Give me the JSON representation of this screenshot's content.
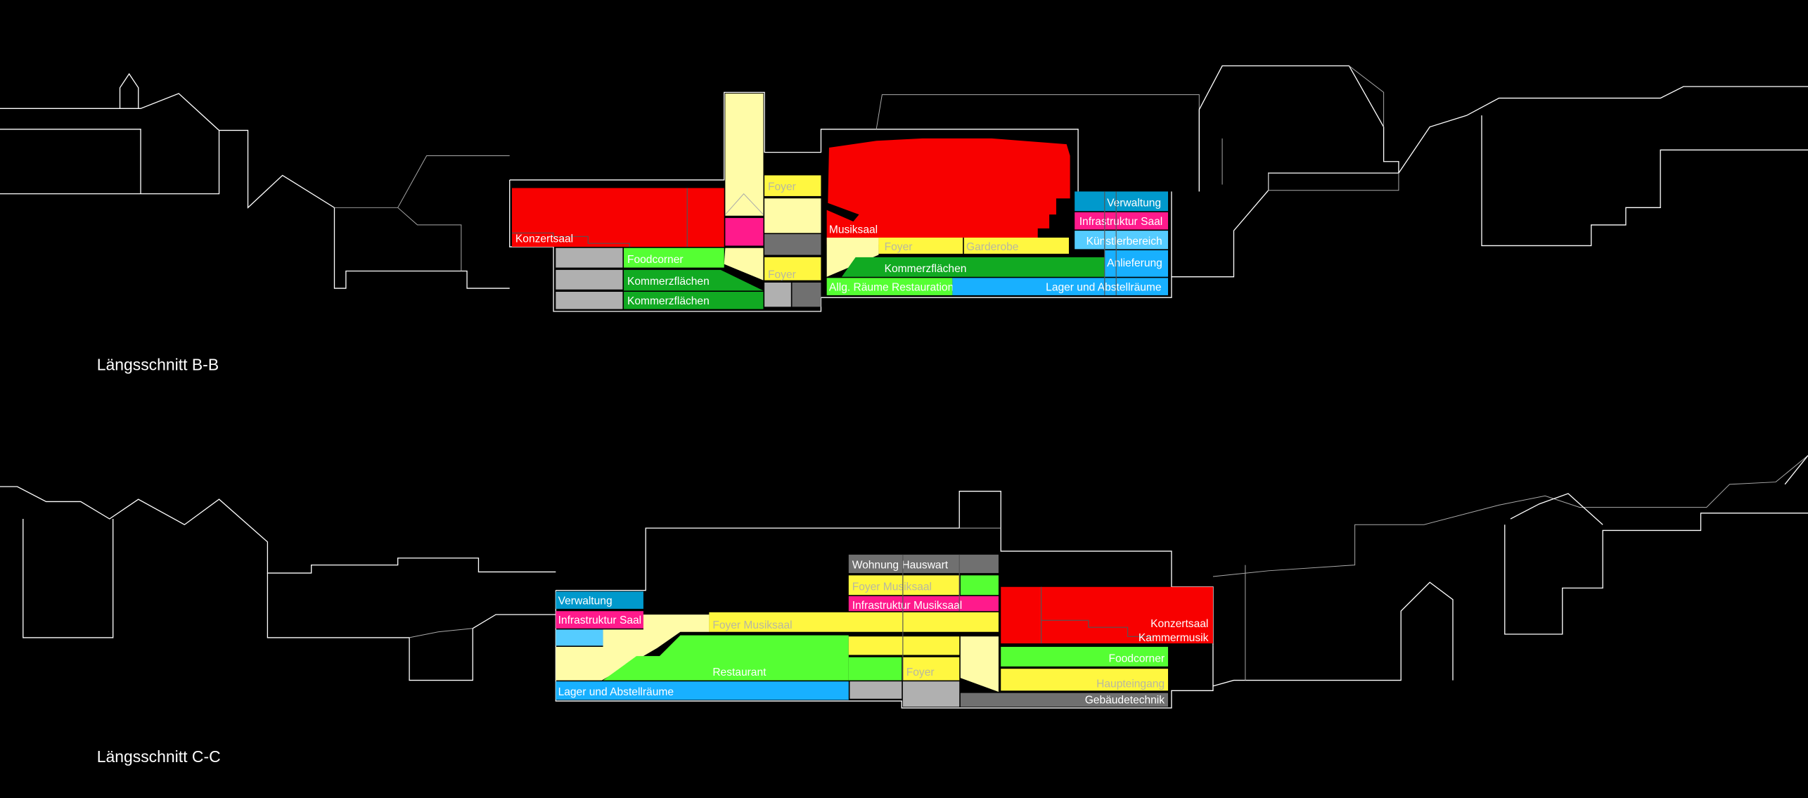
{
  "colors": {
    "konzertsaal": "#f80000",
    "foyer": "#fff740",
    "foyer_light": "#fffca8",
    "infrastruktur": "#ff1a8c",
    "kommerz": "#11aa22",
    "foodcorner": "#55ff33",
    "verwaltung": "#0099cc",
    "lager": "#18b0ff",
    "kuenstler": "#55ccff",
    "technik_dark": "#707070",
    "technik_light": "#b0b0b0"
  },
  "section_bb": {
    "title": "Längsschnitt B-B",
    "rooms": {
      "konzertsaal": "Konzertsaal",
      "foyer_top": "Foyer",
      "foyer_mid": "Foyer",
      "musiksaal": "Musiksaal",
      "foyer_right": "Foyer",
      "garderobe": "Garderobe",
      "foodcorner": "Foodcorner",
      "kommerz_1": "Kommerzflächen",
      "kommerz_2": "Kommerzflächen",
      "kommerz_3": "Kommerzflächen",
      "allg_raeume": "Allg. Räume Restauration",
      "lager": "Lager und Abstellräume",
      "verwaltung": "Verwaltung",
      "infrastruktur": "Infrastruktur Saal",
      "kuenstler": "Künstlerbereich",
      "anlieferung": "Anlieferung"
    }
  },
  "section_cc": {
    "title": "Längsschnitt C-C",
    "rooms": {
      "verwaltung": "Verwaltung",
      "infrastruktur_saal": "Infrastruktur Saal",
      "foyer_musiksaal": "Foyer Musiksaal",
      "restaurant": "Restaurant",
      "lager": "Lager und Abstellräume",
      "wohnung": "Wohnung Hauswart",
      "foyer_musiksaal_upper": "Foyer Musiksaal",
      "infrastruktur_musiksaal": "Infrastruktur Musiksaal",
      "foyer": "Foyer",
      "konzertsaal": "Konzertsaal",
      "kammermusik": "Kammermusik",
      "foodcorner": "Foodcorner",
      "haupteingang": "Haupteingang",
      "gebaeudetechnik": "Gebäudetechnik"
    }
  }
}
